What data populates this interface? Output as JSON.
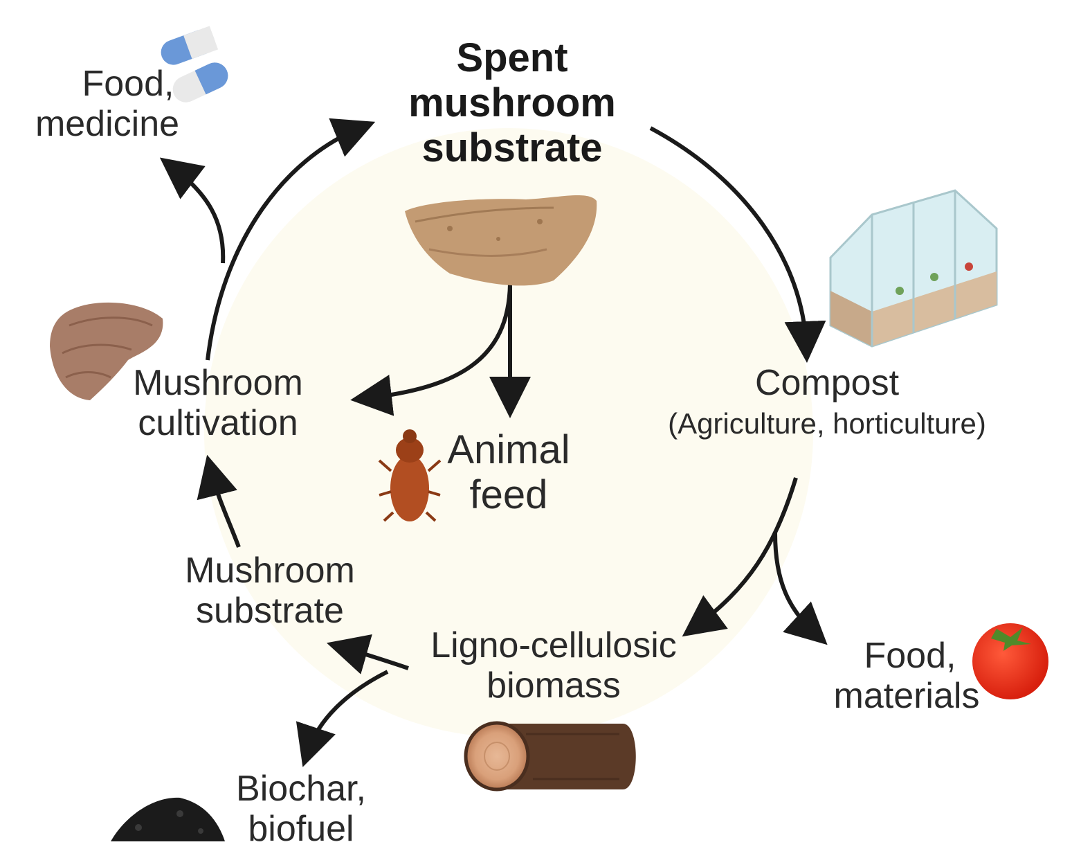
{
  "diagram": {
    "center": {
      "line1": "Spent",
      "line2": "mushroom",
      "line3": "substrate"
    },
    "food_medicine": {
      "line1": "Food,",
      "line2": "medicine"
    },
    "mushroom_cultivation": {
      "line1": "Mushroom",
      "line2": "cultivation"
    },
    "animal_feed": {
      "line1": "Animal",
      "line2": "feed"
    },
    "compost": {
      "line1": "Compost",
      "line2": "(Agriculture, horticulture)"
    },
    "mushroom_substrate": {
      "line1": "Mushroom",
      "line2": "substrate"
    },
    "lignocellulosic": {
      "line1": "Ligno-cellulosic",
      "line2": "biomass"
    },
    "food_materials": {
      "line1": "Food,",
      "line2": "materials"
    },
    "biochar": {
      "line1": "Biochar,",
      "line2": "biofuel"
    },
    "icons": [
      "capsule-pills-icon",
      "substrate-block-icon",
      "greenhouse-icon",
      "mushroom-cluster-icon",
      "beetle-icon",
      "tomato-icon",
      "wood-log-icon",
      "biochar-pile-icon"
    ],
    "colors": {
      "circle_fill": "#fdfbf0",
      "arrow": "#1a1a1a"
    }
  }
}
